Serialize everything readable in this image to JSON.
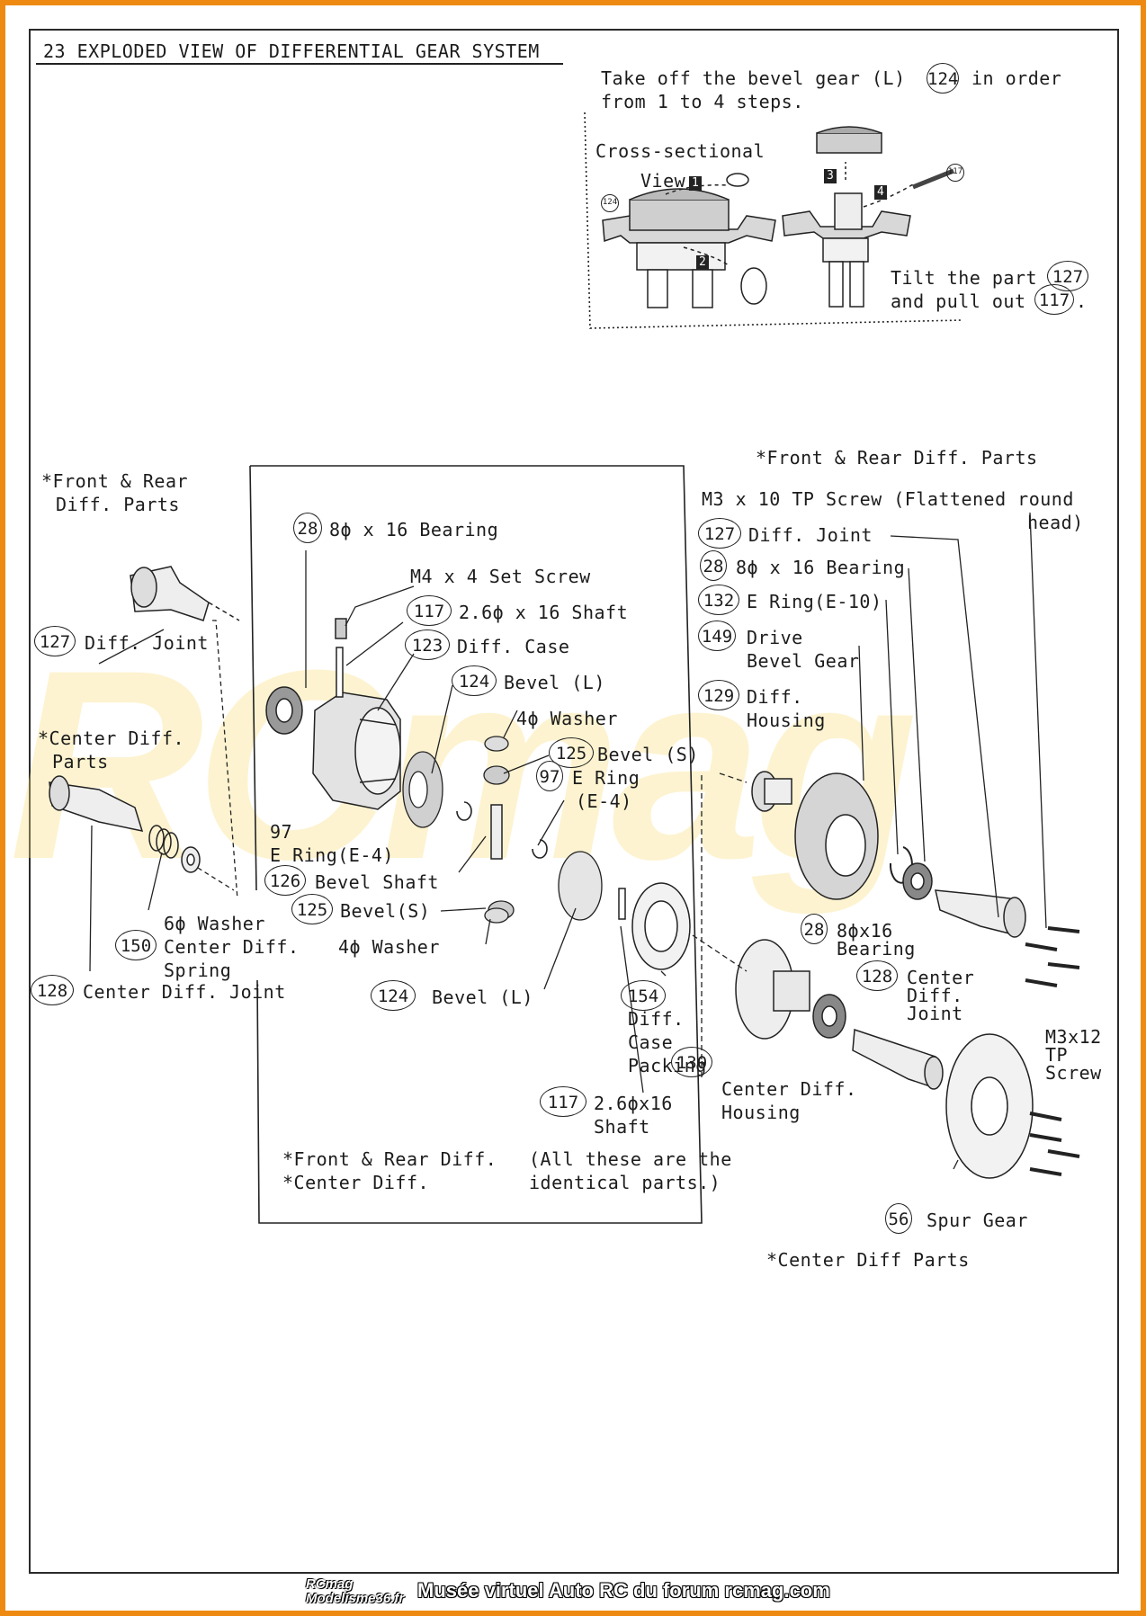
{
  "title": "23 EXPLODED VIEW OF DIFFERENTIAL GEAR SYSTEM",
  "inset": {
    "intro_l1": "Take off the bevel gear (L)",
    "intro_ref": "124",
    "intro_l1b": "in order",
    "intro_l2": "from 1 to 4 steps.",
    "section_l1": "Cross-sectional",
    "section_l2": "View",
    "step1": "1",
    "step2": "2",
    "step3": "3",
    "step4": "4",
    "small_ref_124": "124",
    "small_ref_117": "117",
    "tilt_l1": "Tilt the part",
    "tilt_ref1": "127",
    "tilt_l2": "and pull out",
    "tilt_ref2": "117",
    "tilt_end": "."
  },
  "left": {
    "fr_l1": "*Front & Rear",
    "fr_l2": "Diff. Parts",
    "diff_joint_ref": "127",
    "diff_joint": "Diff. Joint",
    "center_l1": "*Center Diff.",
    "center_l2": "Parts",
    "washer6": "6ϕ Washer",
    "spring_ref": "150",
    "spring_l1": "Center Diff.",
    "spring_l2": "Spring",
    "cjoint_ref": "128",
    "cjoint": "Center Diff. Joint"
  },
  "middle": {
    "bearing_ref": "28",
    "bearing": "8ϕ x 16 Bearing",
    "set_screw": "M4 x 4 Set Screw",
    "shaft_ref": "117",
    "shaft": "2.6ϕ x 16 Shaft",
    "case_ref": "123",
    "case": "Diff. Case",
    "bevelL_ref": "124",
    "bevelL": "Bevel (L)",
    "washer4": "4ϕ Washer",
    "bevelS_ref": "125",
    "bevelS": "Bevel (S)",
    "ering_ref": "97",
    "ering_l1": "E Ring",
    "ering_l2": "(E-4)",
    "ering2_ref": "97",
    "ering2": "E Ring(E-4)",
    "bshaft_ref": "126",
    "bshaft": "Bevel Shaft",
    "bevelS2_ref": "125",
    "bevelS2": "Bevel(S)",
    "washer4b": "4ϕ Washer",
    "bevelL2_ref": "124",
    "bevelL2": "Bevel (L)",
    "packing_ref": "154",
    "packing_l1": "Diff.",
    "packing_l2": "Case",
    "packing_l3": "Packing",
    "shaft2_ref": "117",
    "shaft2_l1": "2.6ϕx16",
    "shaft2_l2": "Shaft",
    "note_l1": "*Front & Rear Diff.",
    "note_l2": "*Center Diff.",
    "note_r1": "(All these are the",
    "note_r2": "identical parts.)"
  },
  "right": {
    "fr": "*Front & Rear Diff. Parts",
    "tp_l1": "M3 x 10 TP Screw (Flattened round",
    "tp_l2": "head)",
    "joint_ref": "127",
    "joint": "Diff. Joint",
    "bearing_ref": "28",
    "bearing": "8ϕ x 16 Bearing",
    "ering_ref": "132",
    "ering": "E Ring(E-10)",
    "drive_ref": "149",
    "drive_l1": "Drive",
    "drive_l2": "Bevel Gear",
    "housing_ref": "129",
    "housing_l1": "Diff.",
    "housing_l2": "Housing",
    "cbearing_ref": "28",
    "cbearing_l1": "8ϕx16",
    "cbearing_l2": "Bearing",
    "cjoint_ref": "128",
    "cjoint_l1": "Center",
    "cjoint_l2": "Diff.",
    "cjoint_l3": "Joint",
    "m312_l1": "M3x12",
    "m312_l2": "TP",
    "m312_l3": "Screw",
    "chousing_ref": "130",
    "chousing_l1": "Center Diff.",
    "chousing_l2": "Housing",
    "spur_ref": "56",
    "spur": "Spur Gear",
    "center_parts": "*Center Diff Parts"
  },
  "footer": {
    "logo_l1": "RCmag",
    "logo_l2": "Modelisme36.fr",
    "text": "Musée virtuel Auto RC du forum rcmag.com"
  },
  "colors": {
    "frame": "#ee8a12",
    "ink": "#1c1c1c",
    "watermark": "#f5d98a"
  }
}
